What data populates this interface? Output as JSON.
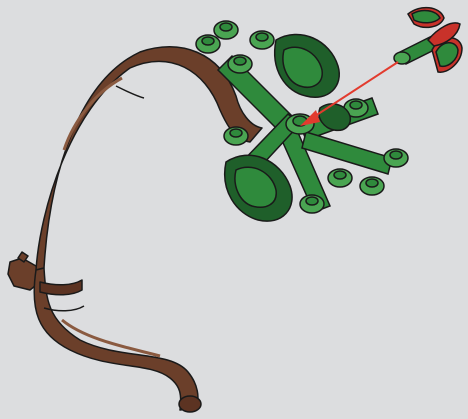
{
  "scene": {
    "name": "building-instruction-step",
    "parts": [
      "brown-curved-trunk",
      "green-plant-leaves",
      "red-stem-piece"
    ],
    "callout_arrow_color": "#e23b2e",
    "colors": {
      "background": "#dcdddf",
      "trunk": "#6b3f2a",
      "trunk_highlight": "#8a5a40",
      "leaf": "#2f8a3c",
      "leaf_light": "#4aa552",
      "leaf_dark": "#1f5f2a",
      "stem_red": "#c8322a",
      "outline": "#1a1a1a"
    }
  }
}
